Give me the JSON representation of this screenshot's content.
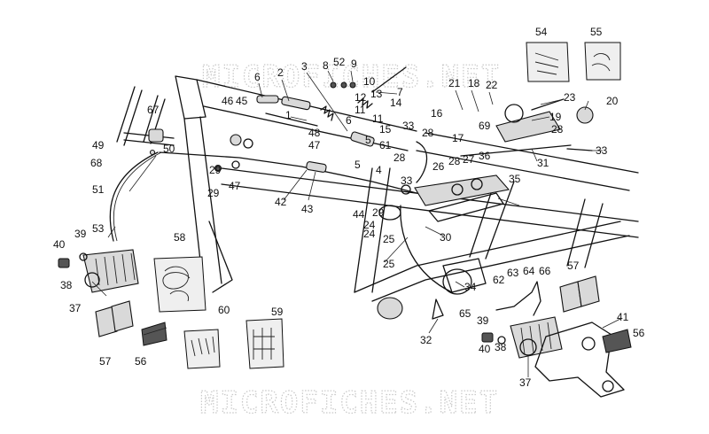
{
  "watermark": {
    "top": "MICROFICHES.NET",
    "bottom": "MICROFICHES.NET"
  },
  "callouts": {
    "c1": "1",
    "c2": "2",
    "c3": "3",
    "c4": "4",
    "c5": "5",
    "c6": "6",
    "c7": "7",
    "c8": "8",
    "c9": "9",
    "c10": "10",
    "c11": "11",
    "c12": "12",
    "c13": "13",
    "c14": "14",
    "c15": "15",
    "c16": "16",
    "c17": "17",
    "c18": "18",
    "c19": "19",
    "c20": "20",
    "c21": "21",
    "c22": "22",
    "c23": "23",
    "c24": "24",
    "c25": "25",
    "c26": "26",
    "c27": "27",
    "c28": "28",
    "c29": "29",
    "c30": "30",
    "c31": "31",
    "c32": "32",
    "c33": "33",
    "c34": "34",
    "c35": "35",
    "c36": "36",
    "c37": "37",
    "c38": "38",
    "c39": "39",
    "c40": "40",
    "c41": "41",
    "c42": "42",
    "c43": "43",
    "c44": "44",
    "c45": "45",
    "c46": "46",
    "c47": "47",
    "c48": "48",
    "c49": "49",
    "c50": "50",
    "c51": "51",
    "c52": "52",
    "c53": "53",
    "c54": "54",
    "c55": "55",
    "c56": "56",
    "c57": "57",
    "c58": "58",
    "c59": "59",
    "c60": "60",
    "c61": "61",
    "c62": "62",
    "c63": "63",
    "c64": "64",
    "c65": "65",
    "c66": "66",
    "c67": "67",
    "c68": "68",
    "c69": "69"
  }
}
